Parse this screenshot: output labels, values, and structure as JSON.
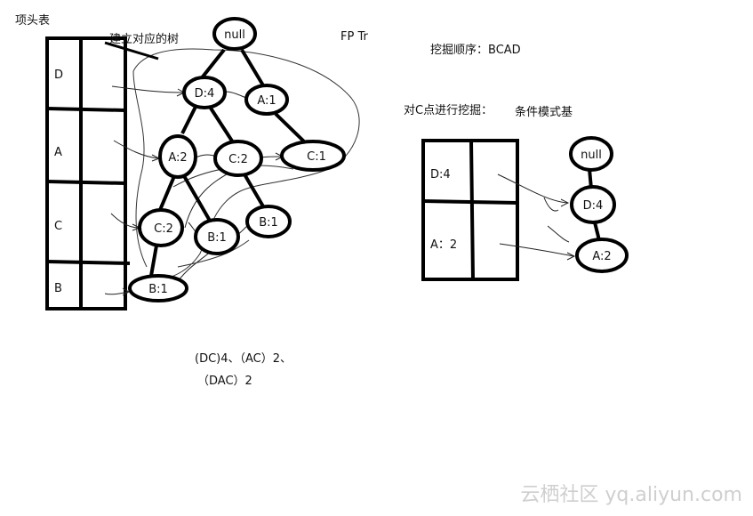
{
  "labels": {
    "header_table_title": "项头表",
    "build_tree_note": "建立对应的树",
    "fp_tree_title": "FP Tr",
    "mining_order": "挖掘顺序：BCAD",
    "mine_c": "对C点进行挖掘：",
    "conditional_base": "条件模式基",
    "result_line1": "(DC)4、（AC）2、",
    "result_line2": "（DAC）2",
    "watermark": "云栖社区 yq.aliyun.com"
  },
  "header_table": {
    "rows": [
      "D",
      "A",
      "C",
      "B"
    ]
  },
  "fp_tree": {
    "nodes": [
      {
        "id": "root",
        "text": "null"
      },
      {
        "id": "d4",
        "text": "D:4"
      },
      {
        "id": "a1",
        "text": "A:1"
      },
      {
        "id": "a2",
        "text": "A:2"
      },
      {
        "id": "c2a",
        "text": "C:2"
      },
      {
        "id": "c1",
        "text": "C:1"
      },
      {
        "id": "c2b",
        "text": "C:2"
      },
      {
        "id": "b1a",
        "text": "B:1"
      },
      {
        "id": "b1b",
        "text": "B:1"
      },
      {
        "id": "b1c",
        "text": "B:1"
      }
    ]
  },
  "cond_table": {
    "rows": [
      "D:4",
      "A：2"
    ]
  },
  "cond_tree": {
    "nodes": [
      {
        "id": "cnull",
        "text": "null"
      },
      {
        "id": "cd4",
        "text": "D:4"
      },
      {
        "id": "ca2",
        "text": "A:2"
      }
    ]
  }
}
